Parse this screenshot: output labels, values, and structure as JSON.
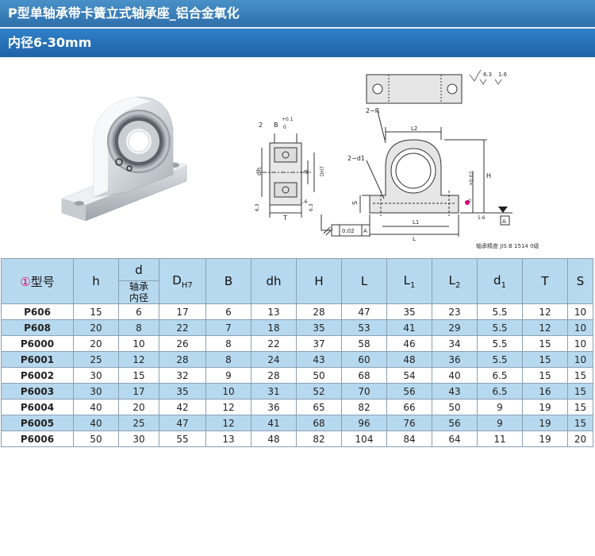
{
  "header": {
    "title": "P型单轴承带卡簧立式轴承座_铝合金氧化",
    "subtitle": "内径6-30mm"
  },
  "drawing": {
    "roughness_left": "6.3",
    "roughness_right": "1.6",
    "dim_2": "2",
    "dim_B": "B",
    "tol_plus": "+0.1",
    "tol_zero": "0",
    "dim_dh": "dh",
    "dim_d": "d",
    "dim_DH7": "DH7",
    "dim_16a": "1.6",
    "dim_63a": "6.3",
    "dim_63b": "6.3",
    "dim_T": "T",
    "gdt_value": "0.02",
    "gdt_datum": "A",
    "dim_2R": "2−R",
    "dim_L2": "L2",
    "dim_2d1": "2−d1",
    "dim_H": "H",
    "dim_S": "S",
    "dim_h": "h",
    "dim_h_tol": "±0.02",
    "dim_16b": "1.6",
    "dim_L1": "L1",
    "dim_L": "L",
    "datum_A": "A",
    "note": "轴承精度  JIS  B  1514 0级"
  },
  "table": {
    "col_model": "型号",
    "col_model_prefix": "①",
    "col_h": "h",
    "col_d": "d",
    "col_d_sub_1": "轴承",
    "col_d_sub_2": "内径",
    "col_DH7": "D",
    "col_DH7_sub": "H7",
    "col_B": "B",
    "col_dh": "dh",
    "col_H": "H",
    "col_L": "L",
    "col_L1": "L",
    "col_L1_sub": "1",
    "col_L2": "L",
    "col_L2_sub": "2",
    "col_d1": "d",
    "col_d1_sub": "1",
    "col_T": "T",
    "col_S": "S",
    "rows": [
      [
        "P606",
        "15",
        "6",
        "17",
        "6",
        "13",
        "28",
        "47",
        "35",
        "23",
        "5.5",
        "12",
        "10"
      ],
      [
        "P608",
        "20",
        "8",
        "22",
        "7",
        "18",
        "35",
        "53",
        "41",
        "29",
        "5.5",
        "12",
        "10"
      ],
      [
        "P6000",
        "20",
        "10",
        "26",
        "8",
        "22",
        "37",
        "58",
        "46",
        "34",
        "5.5",
        "15",
        "10"
      ],
      [
        "P6001",
        "25",
        "12",
        "28",
        "8",
        "24",
        "43",
        "60",
        "48",
        "36",
        "5.5",
        "15",
        "10"
      ],
      [
        "P6002",
        "30",
        "15",
        "32",
        "9",
        "28",
        "50",
        "68",
        "54",
        "40",
        "6.5",
        "15",
        "15"
      ],
      [
        "P6003",
        "30",
        "17",
        "35",
        "10",
        "31",
        "52",
        "70",
        "56",
        "43",
        "6.5",
        "16",
        "15"
      ],
      [
        "P6004",
        "40",
        "20",
        "42",
        "12",
        "36",
        "65",
        "82",
        "66",
        "50",
        "9",
        "19",
        "15"
      ],
      [
        "P6005",
        "40",
        "25",
        "47",
        "12",
        "41",
        "68",
        "96",
        "76",
        "56",
        "9",
        "19",
        "15"
      ],
      [
        "P6006",
        "50",
        "30",
        "55",
        "13",
        "48",
        "82",
        "104",
        "84",
        "64",
        "11",
        "19",
        "20"
      ]
    ]
  }
}
